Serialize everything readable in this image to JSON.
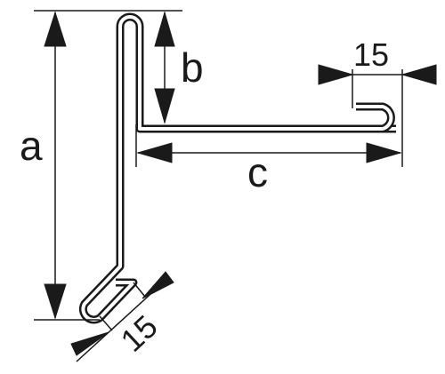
{
  "labels": {
    "a": "a",
    "b": "b",
    "c": "c",
    "hem_top": "15",
    "hem_bottom": "15"
  },
  "colors": {
    "line": "#1a1a1a",
    "background": "#ffffff"
  }
}
